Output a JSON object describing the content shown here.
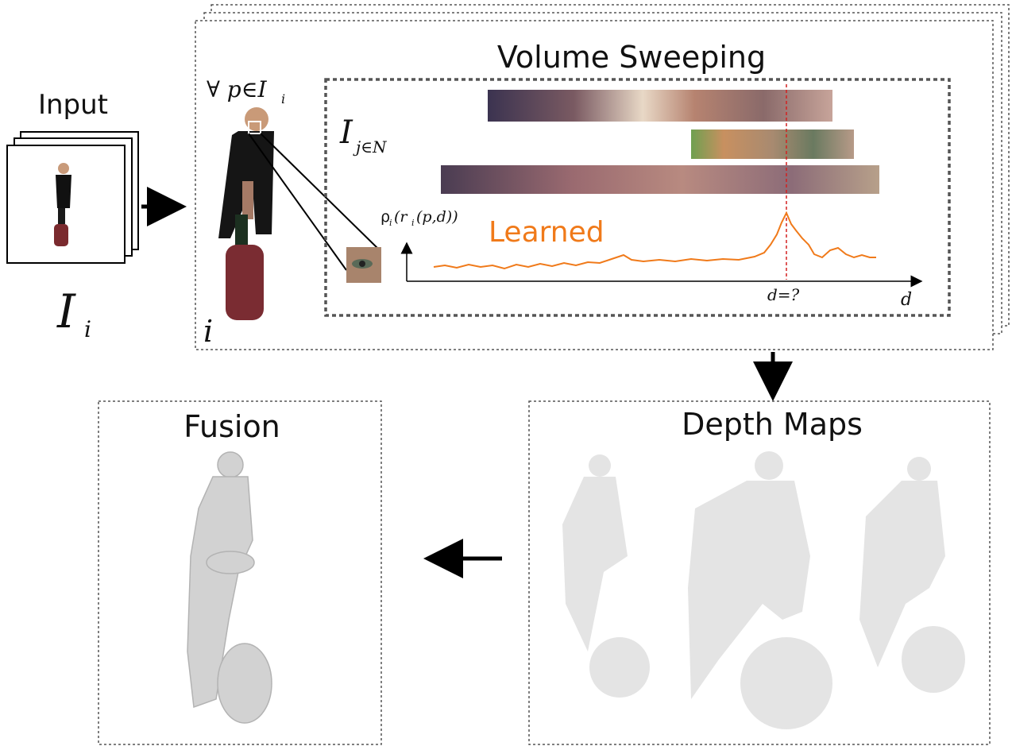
{
  "input": {
    "title": "Input",
    "symbol": "I",
    "subscript": "i"
  },
  "volume_sweeping": {
    "title": "Volume Sweeping",
    "forall_label": "∀ p∈I",
    "forall_sub": "i",
    "view_label": "i",
    "neighbors_symbol": "I",
    "neighbors_sub": "j∈N",
    "rho_label": "ρ",
    "rho_sub": "i",
    "rho_args": "(r",
    "rho_args_sub": "i",
    "rho_args_tail": "(p,d))",
    "curve_label": "Learned",
    "curve_color": "#f07a1a",
    "d_question": "d=?",
    "d_axis": "d"
  },
  "depth_maps": {
    "title": "Depth Maps"
  },
  "fusion": {
    "title": "Fusion"
  },
  "colors": {
    "frame": "#555555",
    "accent": "#f07a1a",
    "marker": "#d42020",
    "depth_gray": "#e4e4e4",
    "mesh_gray": "#d2d2d2"
  }
}
